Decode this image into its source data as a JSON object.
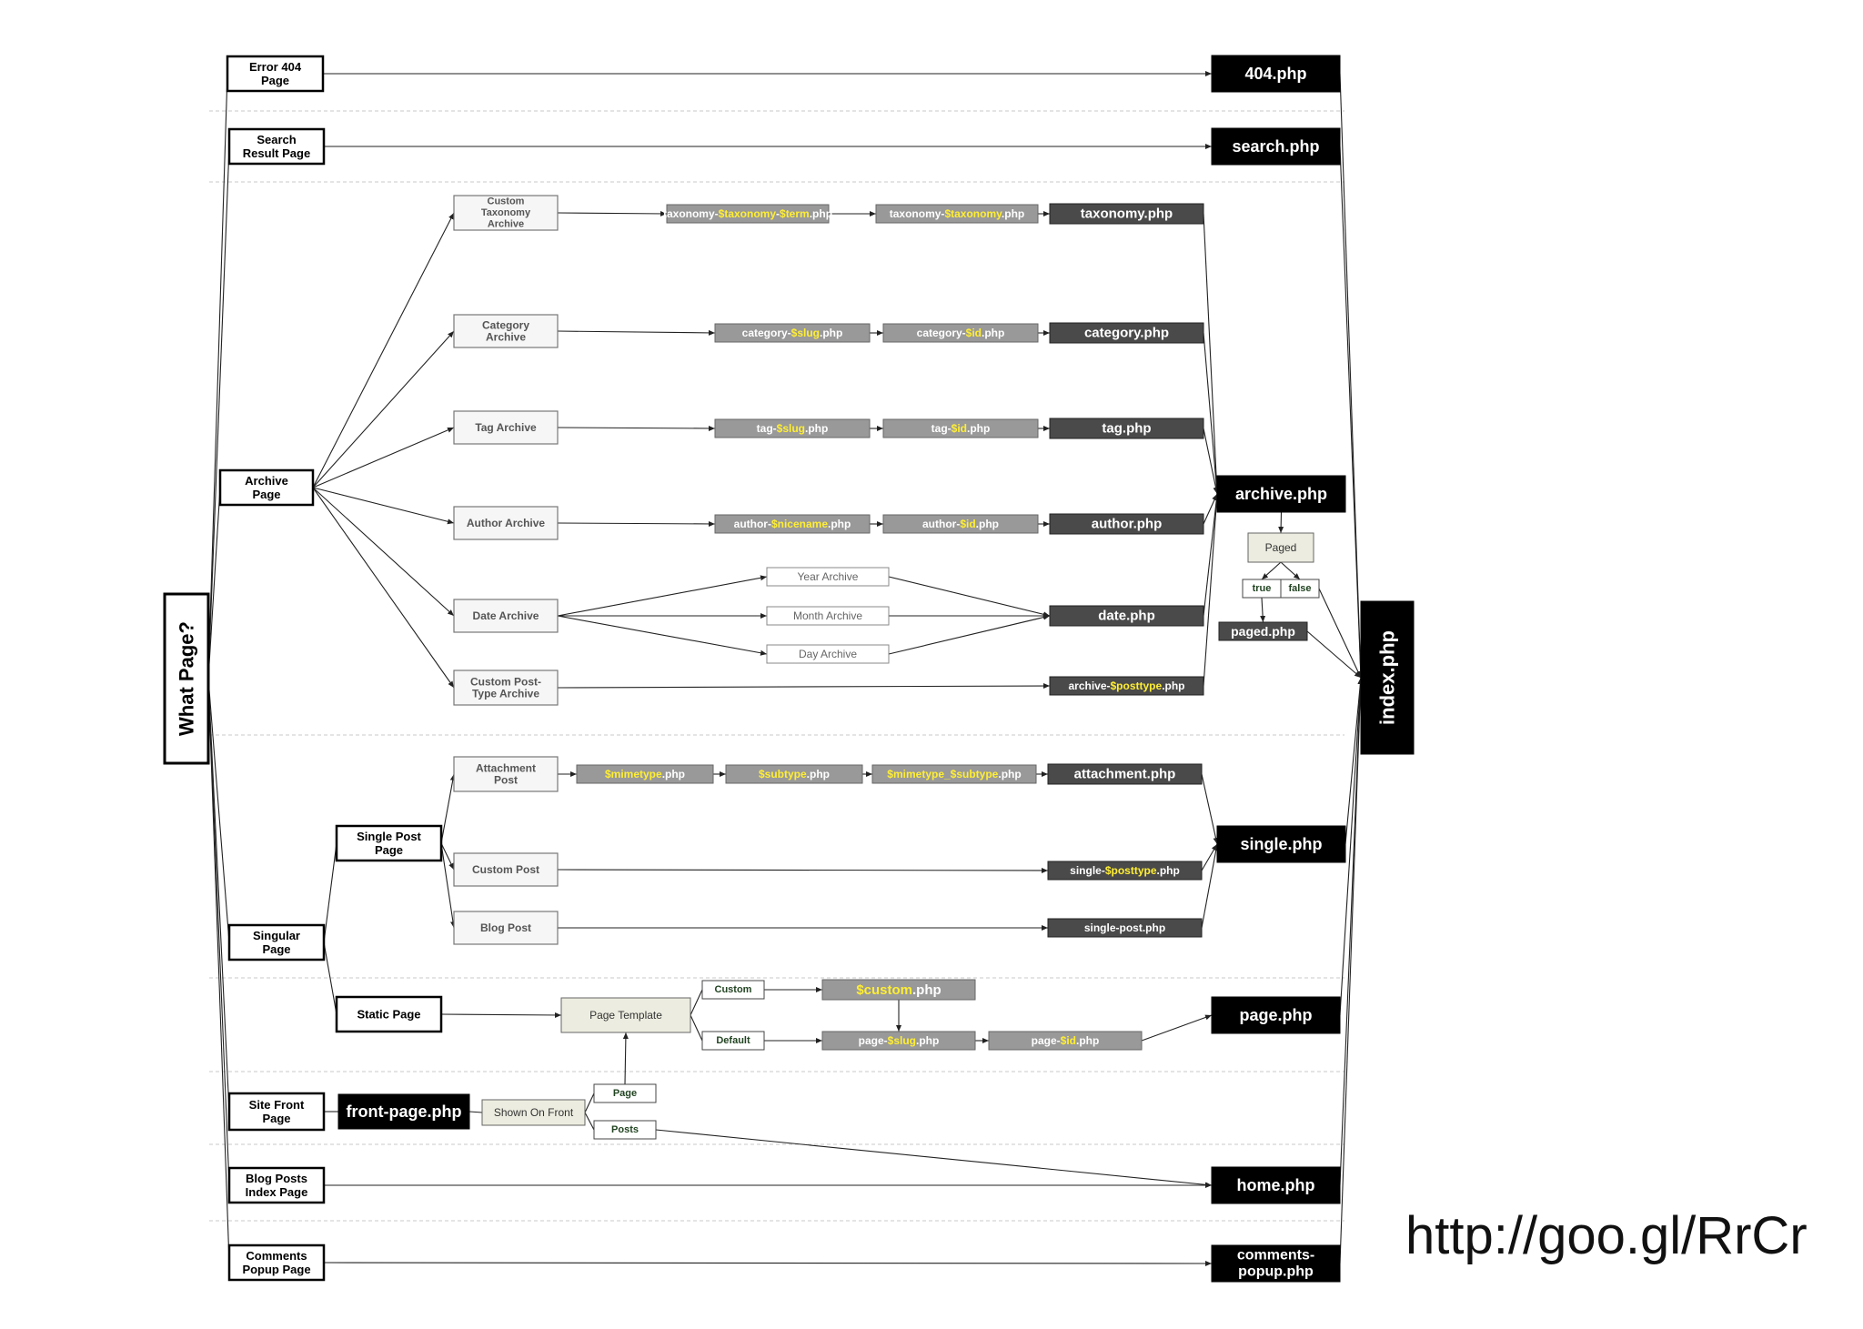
{
  "colors": {
    "black": "#000000",
    "dark": "#4a4a4a",
    "gray": "#999999",
    "light": "#f6f6f6",
    "beige": "#ecece0",
    "yellow": "#ffee33",
    "green": "#224422"
  },
  "title": "What Page?",
  "index": "index.php",
  "url": "http://goo.gl/RrCr",
  "pages": {
    "error404": [
      "Error 404",
      "Page"
    ],
    "search": [
      "Search",
      "Result Page"
    ],
    "archive": [
      "Archive",
      "Page"
    ],
    "singular": [
      "Singular",
      "Page"
    ],
    "single_post": [
      "Single Post",
      "Page"
    ],
    "static": [
      "Static Page"
    ],
    "front": [
      "Site Front",
      "Page"
    ],
    "blog": [
      "Blog Posts",
      "Index Page"
    ],
    "comments": [
      "Comments",
      "Popup Page"
    ]
  },
  "archives": {
    "taxonomy": [
      "Custom",
      "Taxonomy",
      "Archive"
    ],
    "category": [
      "Category",
      "Archive"
    ],
    "tag": [
      "Tag Archive"
    ],
    "author": [
      "Author Archive"
    ],
    "date": [
      "Date Archive"
    ],
    "cpt": [
      "Custom Post-",
      "Type Archive"
    ],
    "attachment": [
      "Attachment",
      "Post"
    ],
    "custom_post": [
      "Custom Post"
    ],
    "blog_post": [
      "Blog Post"
    ]
  },
  "date_sub": {
    "year": "Year Archive",
    "month": "Month Archive",
    "day": "Day Archive"
  },
  "templates": {
    "t404": [
      "404.php"
    ],
    "search": [
      "search.php"
    ],
    "archive": [
      "archive.php"
    ],
    "single": [
      "single.php"
    ],
    "page": [
      "page.php"
    ],
    "front_page": [
      "front-page.php"
    ],
    "home": [
      "home.php"
    ],
    "comments": [
      "comments-",
      "popup.php"
    ],
    "taxonomy": [
      "taxonomy.php"
    ],
    "category": [
      "category.php"
    ],
    "tag": [
      "tag.php"
    ],
    "author": [
      "author.php"
    ],
    "date": [
      "date.php"
    ],
    "attachment": [
      "attachment.php"
    ],
    "single_post": [
      "single-post.php"
    ],
    "paged": [
      "paged.php"
    ]
  },
  "dynamic": {
    "tax_term": [
      {
        "t": "taxonomy-"
      },
      {
        "t": "$taxonomy",
        "y": true
      },
      {
        "t": "-"
      },
      {
        "t": "$term",
        "y": true
      },
      {
        "t": ".php"
      }
    ],
    "tax": [
      {
        "t": "taxonomy-"
      },
      {
        "t": "$taxonomy",
        "y": true
      },
      {
        "t": ".php"
      }
    ],
    "cat_slug": [
      {
        "t": "category-"
      },
      {
        "t": "$slug",
        "y": true
      },
      {
        "t": ".php"
      }
    ],
    "cat_id": [
      {
        "t": "category-"
      },
      {
        "t": "$id",
        "y": true
      },
      {
        "t": ".php"
      }
    ],
    "tag_slug": [
      {
        "t": "tag-"
      },
      {
        "t": "$slug",
        "y": true
      },
      {
        "t": ".php"
      }
    ],
    "tag_id": [
      {
        "t": "tag-"
      },
      {
        "t": "$id",
        "y": true
      },
      {
        "t": ".php"
      }
    ],
    "author_nice": [
      {
        "t": "author-"
      },
      {
        "t": "$nicename",
        "y": true
      },
      {
        "t": ".php"
      }
    ],
    "author_id": [
      {
        "t": "author-"
      },
      {
        "t": "$id",
        "y": true
      },
      {
        "t": ".php"
      }
    ],
    "archive_pt": [
      {
        "t": "archive-"
      },
      {
        "t": "$posttype",
        "y": true
      },
      {
        "t": ".php"
      }
    ],
    "mimetype": [
      {
        "t": "$mimetype",
        "y": true
      },
      {
        "t": ".php"
      }
    ],
    "subtype": [
      {
        "t": "$subtype",
        "y": true
      },
      {
        "t": ".php"
      }
    ],
    "mime_sub": [
      {
        "t": "$mimetype_$subtype",
        "y": true
      },
      {
        "t": ".php"
      }
    ],
    "single_pt": [
      {
        "t": "single-"
      },
      {
        "t": "$posttype",
        "y": true
      },
      {
        "t": ".php"
      }
    ],
    "custom": [
      {
        "t": "$custom",
        "y": true
      },
      {
        "t": ".php"
      }
    ],
    "page_slug": [
      {
        "t": "page-"
      },
      {
        "t": "$slug",
        "y": true
      },
      {
        "t": ".php"
      }
    ],
    "page_id": [
      {
        "t": "page-"
      },
      {
        "t": "$id",
        "y": true
      },
      {
        "t": ".php"
      }
    ]
  },
  "decisions": {
    "paged": "Paged",
    "true": "true",
    "false": "false",
    "page_template": "Page Template",
    "custom": "Custom",
    "default": "Default",
    "shown_on_front": "Shown On Front",
    "page": "Page",
    "posts": "Posts"
  }
}
